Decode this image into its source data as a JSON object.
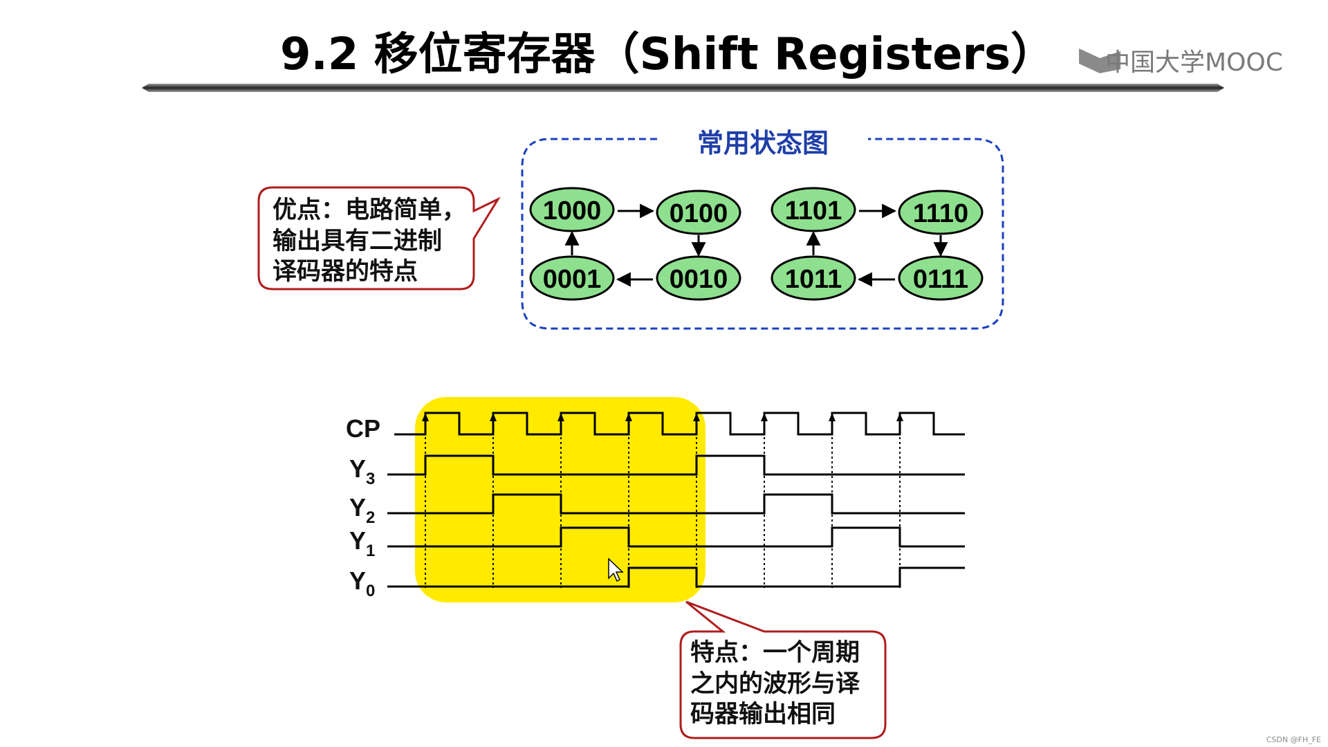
{
  "title": "9.2  移位寄存器（Shift Registers）",
  "brand": {
    "name": "中国大学MOOC",
    "logo_icon": "mooc-logo-icon"
  },
  "advantage_callout": {
    "lines": [
      "优点：电路简单，",
      "输出具有二进制",
      "译码器的特点"
    ]
  },
  "state_diagram": {
    "title": "常用状态图",
    "cycles": [
      {
        "states": [
          "1000",
          "0100",
          "0010",
          "0001"
        ]
      },
      {
        "states": [
          "1101",
          "1110",
          "0111",
          "1011"
        ]
      }
    ]
  },
  "timing": {
    "clock_label": "CP",
    "signals": [
      {
        "base": "Y",
        "sub": "3",
        "values": [
          1,
          0,
          0,
          0,
          1,
          0,
          0,
          0
        ]
      },
      {
        "base": "Y",
        "sub": "2",
        "values": [
          0,
          1,
          0,
          0,
          0,
          1,
          0,
          0
        ]
      },
      {
        "base": "Y",
        "sub": "1",
        "values": [
          0,
          0,
          1,
          0,
          0,
          0,
          1,
          0
        ]
      },
      {
        "base": "Y",
        "sub": "0",
        "values": [
          0,
          0,
          0,
          1,
          0,
          0,
          0,
          1
        ]
      }
    ],
    "clock_cycles": 8,
    "highlight_cycles": 4
  },
  "feature_callout": {
    "lines": [
      "特点：一个周期",
      "之内的波形与译",
      "码器输出相同"
    ]
  },
  "watermark": "CSDN @FH_FE",
  "colors": {
    "state_fill": "#8ee08e",
    "group_border": "#1a3fbf",
    "callout_border": "#b01c1c",
    "highlight": "#ffea00",
    "title_rule": "#333333"
  }
}
